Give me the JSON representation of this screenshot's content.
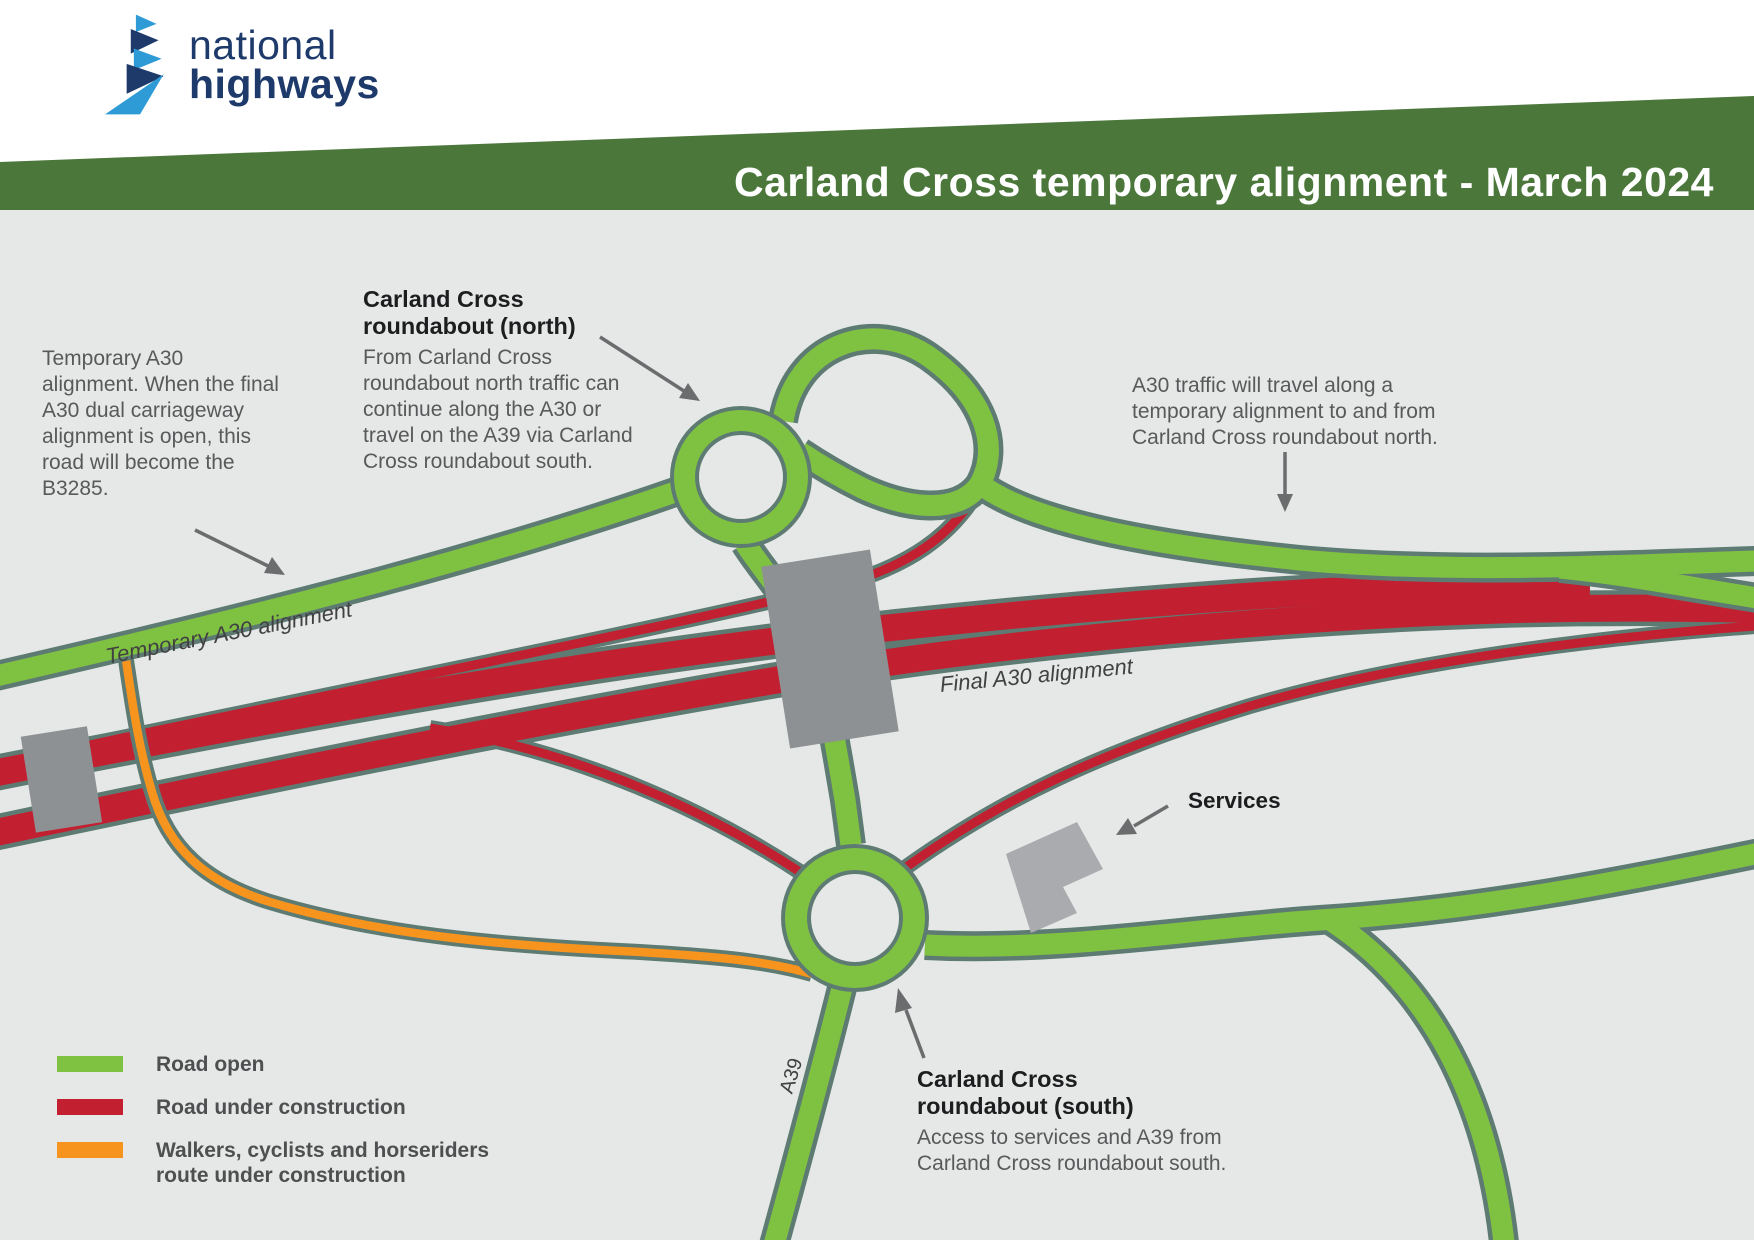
{
  "header": {
    "logo_line1": "national",
    "logo_line2": "highways",
    "title": "Carland Cross temporary alignment - March 2024"
  },
  "annotations": {
    "temporary_a30_note": "Temporary A30 alignment. When the final A30 dual carriageway alignment is open, this road will become the B3285.",
    "north_roundabout": {
      "heading_line1": "Carland Cross",
      "heading_line2": "roundabout (north)",
      "body": "From Carland Cross roundabout north traffic can continue along the A30 or travel on the A39 via Carland Cross roundabout south."
    },
    "a30_traffic_note": "A30 traffic will travel along a temporary alignment to and from Carland Cross roundabout north.",
    "services_label": "Services",
    "south_roundabout": {
      "heading_line1": "Carland Cross",
      "heading_line2": "roundabout (south)",
      "body": "Access to services and A39 from Carland Cross roundabout south."
    }
  },
  "road_labels": {
    "temporary": "Temporary A30 alignment",
    "final": "Final A30 alignment",
    "a39": "A39"
  },
  "legend": {
    "items": [
      {
        "label": "Road open",
        "color": "#7fc241"
      },
      {
        "label": "Road under construction",
        "color": "#c22030"
      },
      {
        "label": "Walkers, cyclists and horseriders route under construction",
        "color": "#f7941e"
      }
    ]
  },
  "colors": {
    "banner_green": "#4b773b",
    "road_open_green": "#7fc241",
    "road_construction_red": "#c22030",
    "walkers_route_orange": "#f7941e",
    "road_casing": "#5e7b73",
    "map_background": "#e5e8e6",
    "bridge_gray": "#8e9193",
    "building_gray": "#a9abae",
    "logo_navy": "#1d3a6a",
    "logo_blue": "#2f9bd6"
  }
}
